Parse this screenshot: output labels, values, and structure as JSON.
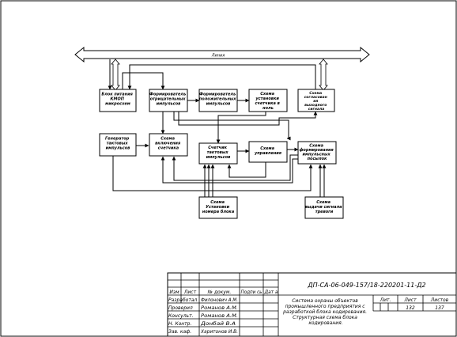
{
  "diagram": {
    "bus_label": "Линия",
    "blocks": {
      "power": [
        "Блок питания",
        "КМОП",
        "микросхем"
      ],
      "neg_pulse": [
        "Формирователь",
        "отрицательных",
        "импульсов"
      ],
      "pos_pulse": [
        "Формирователь",
        "положительных",
        "импульсов"
      ],
      "counter_setup": [
        "Схема",
        "установки",
        "счетчика в",
        "ноль"
      ],
      "output_match": [
        "Схема",
        "согласован",
        "ия",
        "выходного",
        "сигнала"
      ],
      "clock_gen": [
        "Генератор",
        "тактовых",
        "импульсов"
      ],
      "counter_enable": [
        "Схема",
        "включения",
        "счетчика"
      ],
      "clock_counter": [
        "Счетчик",
        "тактовых",
        "импульсов"
      ],
      "control": [
        "Схема",
        "управления"
      ],
      "packet_form": [
        "Схема",
        "формирования",
        "импульсных",
        "посылок"
      ],
      "block_number": [
        "Схема",
        "Установки",
        "номера блока"
      ],
      "alarm_out": [
        "Схема",
        "выдачи сигнала",
        "тревоги"
      ]
    }
  },
  "title_block": {
    "doc_code": "ДП-СА-06-049-157/18-220201-11-Д2",
    "header": {
      "change": "Изм",
      "sheet": "Лист",
      "doc_no": "№ докум.",
      "sign": "Подпи сь",
      "date": "Дат а"
    },
    "roles": {
      "developed": "Разработал",
      "checked": "Проверил",
      "consultant": "Консульт.",
      "norm_control": "Н. Контр.",
      "head": "Зав. каф."
    },
    "names": {
      "developed": "Филонович А.М.",
      "checked": "Романов А.М.",
      "consultant": "Романов А.М.",
      "norm_control": "Донбай В.А",
      "head": "Харитонов И.В."
    },
    "description": [
      "Система охраны объектов",
      "промышленного предприятия с",
      "разработкой блока кодирования.",
      "Структурная схема блока",
      "кодирования."
    ],
    "lit_label": "Лит.",
    "sheet_label": "Лист",
    "sheets_label": "Листов",
    "sheet_value": "132",
    "sheets_value": "137"
  }
}
